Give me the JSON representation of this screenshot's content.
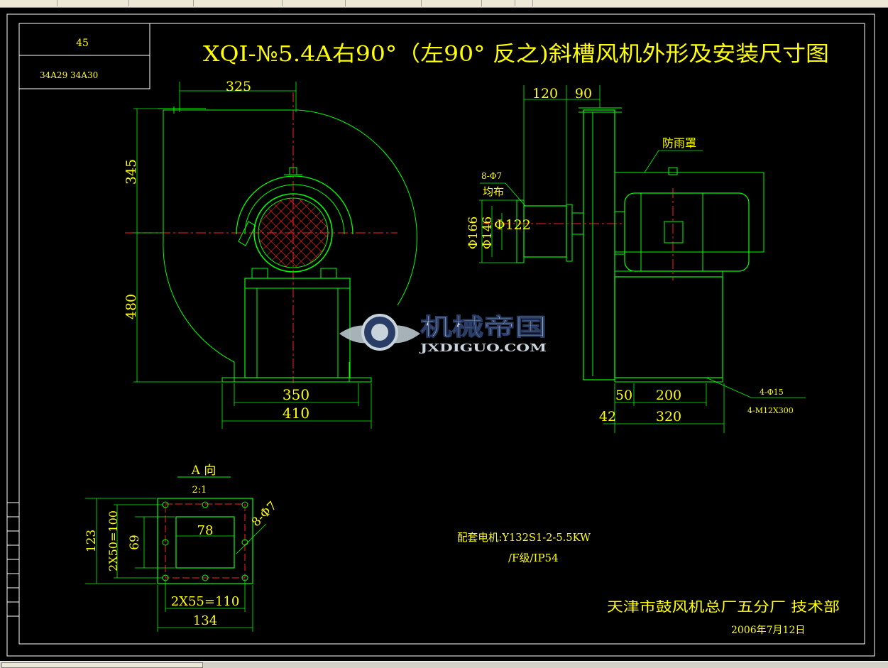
{
  "title": "XQⅠ-№5.4A右90°（左90° 反之)斜槽风机外形及安装尺寸图",
  "title_block": {
    "cell_top": "45",
    "cell_bottom": "34A29 34A30"
  },
  "front_view": {
    "dim_top": "325",
    "dim_left_upper": "345",
    "dim_left_lower": "480",
    "dim_base_inner": "350",
    "dim_base_outer": "410"
  },
  "side_view": {
    "dim_120": "120",
    "dim_90": "90",
    "label_rain_cover": "防雨罩",
    "label_holes": "8-Φ7",
    "label_even": "均布",
    "dim_d166": "Φ166",
    "dim_d146": "Φ146",
    "dim_d122": "Φ122",
    "dim_50": "50",
    "dim_200": "200",
    "dim_42": "42",
    "dim_320": "320",
    "label_bolt_holes": "4-Φ15",
    "label_bolts": "4-M12X300"
  },
  "a_view": {
    "title": "A 向",
    "scale": "2:1",
    "dim_123": "123",
    "dim_2x50": "2X50=100",
    "dim_69": "69",
    "dim_78": "78",
    "dim_holes": "8-Φ7",
    "dim_2x55": "2X55=110",
    "dim_134": "134"
  },
  "motor_note": {
    "line1": "配套电机:Y132S1-2-5.5KW",
    "line2": "/F级/IP54"
  },
  "company": "天津市鼓风机总厂五分厂    技术部",
  "date": "2006年7月12日",
  "watermark": {
    "cn": "机械帝国",
    "en": "JXDIGUO.COM"
  },
  "colors": {
    "line": "#00ff00",
    "text": "#ffff00",
    "center": "#ff0000",
    "frame": "#ffffff",
    "background": "#000000"
  }
}
